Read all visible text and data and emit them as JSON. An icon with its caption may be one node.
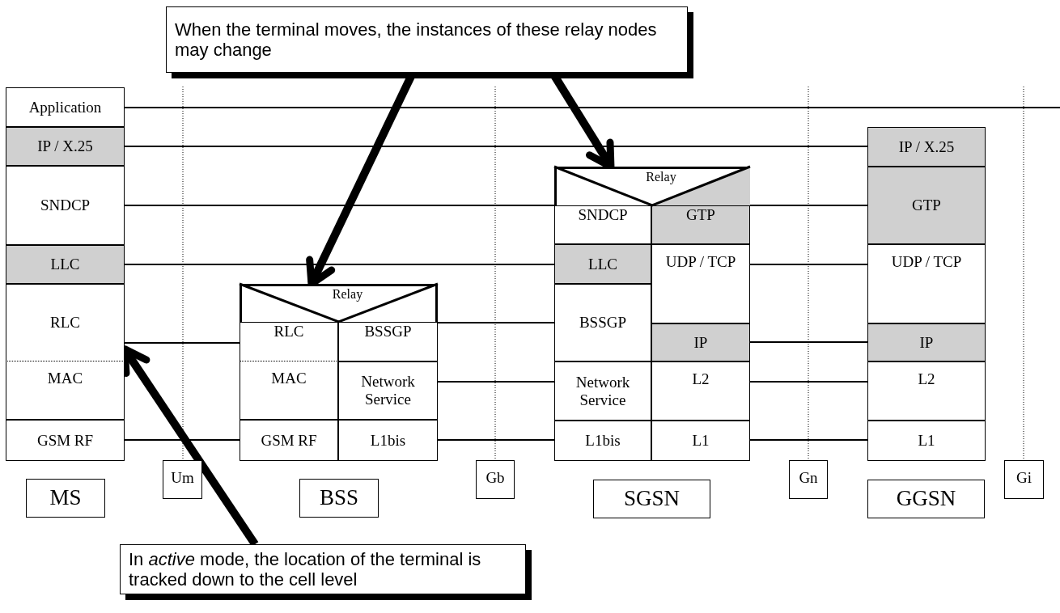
{
  "diagram": {
    "nodes": [
      {
        "text": [],
        "shape": "box"
      },
      {
        "text": [
          "Application"
        ],
        "in": 0
      },
      {
        "text": [
          "IP / X.25"
        ],
        "in": 0
      },
      {
        "text": [
          "SNDCP"
        ],
        "in": 0
      },
      {
        "text": [
          "LLC"
        ],
        "in": 0
      },
      {
        "text": [
          "RLC"
        ],
        "in": 0
      },
      {
        "text": [
          "MAC"
        ],
        "in": 0
      },
      {
        "text": [
          "GSM RF"
        ],
        "in": 0
      },
      {
        "text": [],
        "shape": "box"
      },
      {
        "text": [
          "Relay"
        ],
        "in": 8
      },
      {
        "text": [
          "RLC"
        ],
        "in": 8
      },
      {
        "text": [
          "BSSGP"
        ],
        "in": 8
      },
      {
        "text": [
          "MAC"
        ],
        "in": 8
      },
      {
        "text": [
          "Network Service"
        ],
        "in": 8
      },
      {
        "text": [
          "GSM RF"
        ],
        "in": 8
      },
      {
        "text": [
          "L1bis"
        ],
        "in": 8
      },
      {
        "text": [],
        "shape": "box"
      },
      {
        "text": [
          "Relay"
        ],
        "in": 16
      },
      {
        "text": [
          "SNDCP"
        ],
        "in": 16
      },
      {
        "text": [
          "GTP"
        ],
        "in": 16
      },
      {
        "text": [
          "LLC"
        ],
        "in": 16
      },
      {
        "text": [
          "UDP / TCP"
        ],
        "in": 16
      },
      {
        "text": [
          "BSSGP"
        ],
        "in": 16
      },
      {
        "text": [
          "IP"
        ],
        "in": 16
      },
      {
        "text": [
          "Network Service"
        ],
        "in": 16
      },
      {
        "text": [
          "L2"
        ],
        "in": 16
      },
      {
        "text": [
          "L1bis"
        ],
        "in": 16
      },
      {
        "text": [
          "L1"
        ],
        "in": 16
      },
      {
        "text": [],
        "shape": "box"
      },
      {
        "text": [
          "IP / X.25"
        ],
        "in": 28
      },
      {
        "text": [
          "GTP"
        ],
        "in": 28
      },
      {
        "text": [
          "UDP / TCP"
        ],
        "in": 28
      },
      {
        "text": [
          "IP"
        ],
        "in": 28
      },
      {
        "text": [
          "L2"
        ],
        "in": 28
      },
      {
        "text": [
          "L1"
        ],
        "in": 28
      },
      {
        "text": [
          "MS"
        ]
      },
      {
        "text": [
          "Um"
        ]
      },
      {
        "text": [
          "BSS"
        ]
      },
      {
        "text": [
          "Gb"
        ]
      },
      {
        "text": [
          "SGSN"
        ]
      },
      {
        "text": [
          "Gn"
        ]
      },
      {
        "text": [
          "GGSN"
        ]
      },
      {
        "text": [
          "Gi"
        ]
      },
      {
        "text": [
          "When the terminal moves, the instances of these relay nodes may change"
        ]
      },
      {
        "text": [
          "In *active* mode, the location of the terminal is tracked down to the cell level"
        ]
      }
    ],
    "edges": [
      {
        "from": 1,
        "to": null,
        "arrow": "none"
      },
      {
        "from": 2,
        "to": 29,
        "arrow": "none"
      },
      {
        "from": 3,
        "to": 18,
        "arrow": "none"
      },
      {
        "from": 4,
        "to": 20,
        "arrow": "none"
      },
      {
        "from": 5,
        "to": 10,
        "arrow": "none"
      },
      {
        "from": 7,
        "to": 14,
        "arrow": "none"
      },
      {
        "from": 11,
        "to": 22,
        "arrow": "none"
      },
      {
        "from": 13,
        "to": 24,
        "arrow": "none"
      },
      {
        "from": 15,
        "to": 26,
        "arrow": "none"
      },
      {
        "from": 19,
        "to": 30,
        "arrow": "none"
      },
      {
        "from": 21,
        "to": 31,
        "arrow": "none"
      },
      {
        "from": 23,
        "to": 32,
        "arrow": "none"
      },
      {
        "from": 25,
        "to": 33,
        "arrow": "none"
      },
      {
        "from": 27,
        "to": 34,
        "arrow": "none"
      },
      {
        "from": 43,
        "to": 9,
        "arrow": "to",
        "style": "thick"
      },
      {
        "from": 43,
        "to": 17,
        "arrow": "to",
        "style": "thick"
      },
      {
        "from": 44,
        "to": 5,
        "arrow": "to",
        "style": "thick"
      }
    ]
  }
}
